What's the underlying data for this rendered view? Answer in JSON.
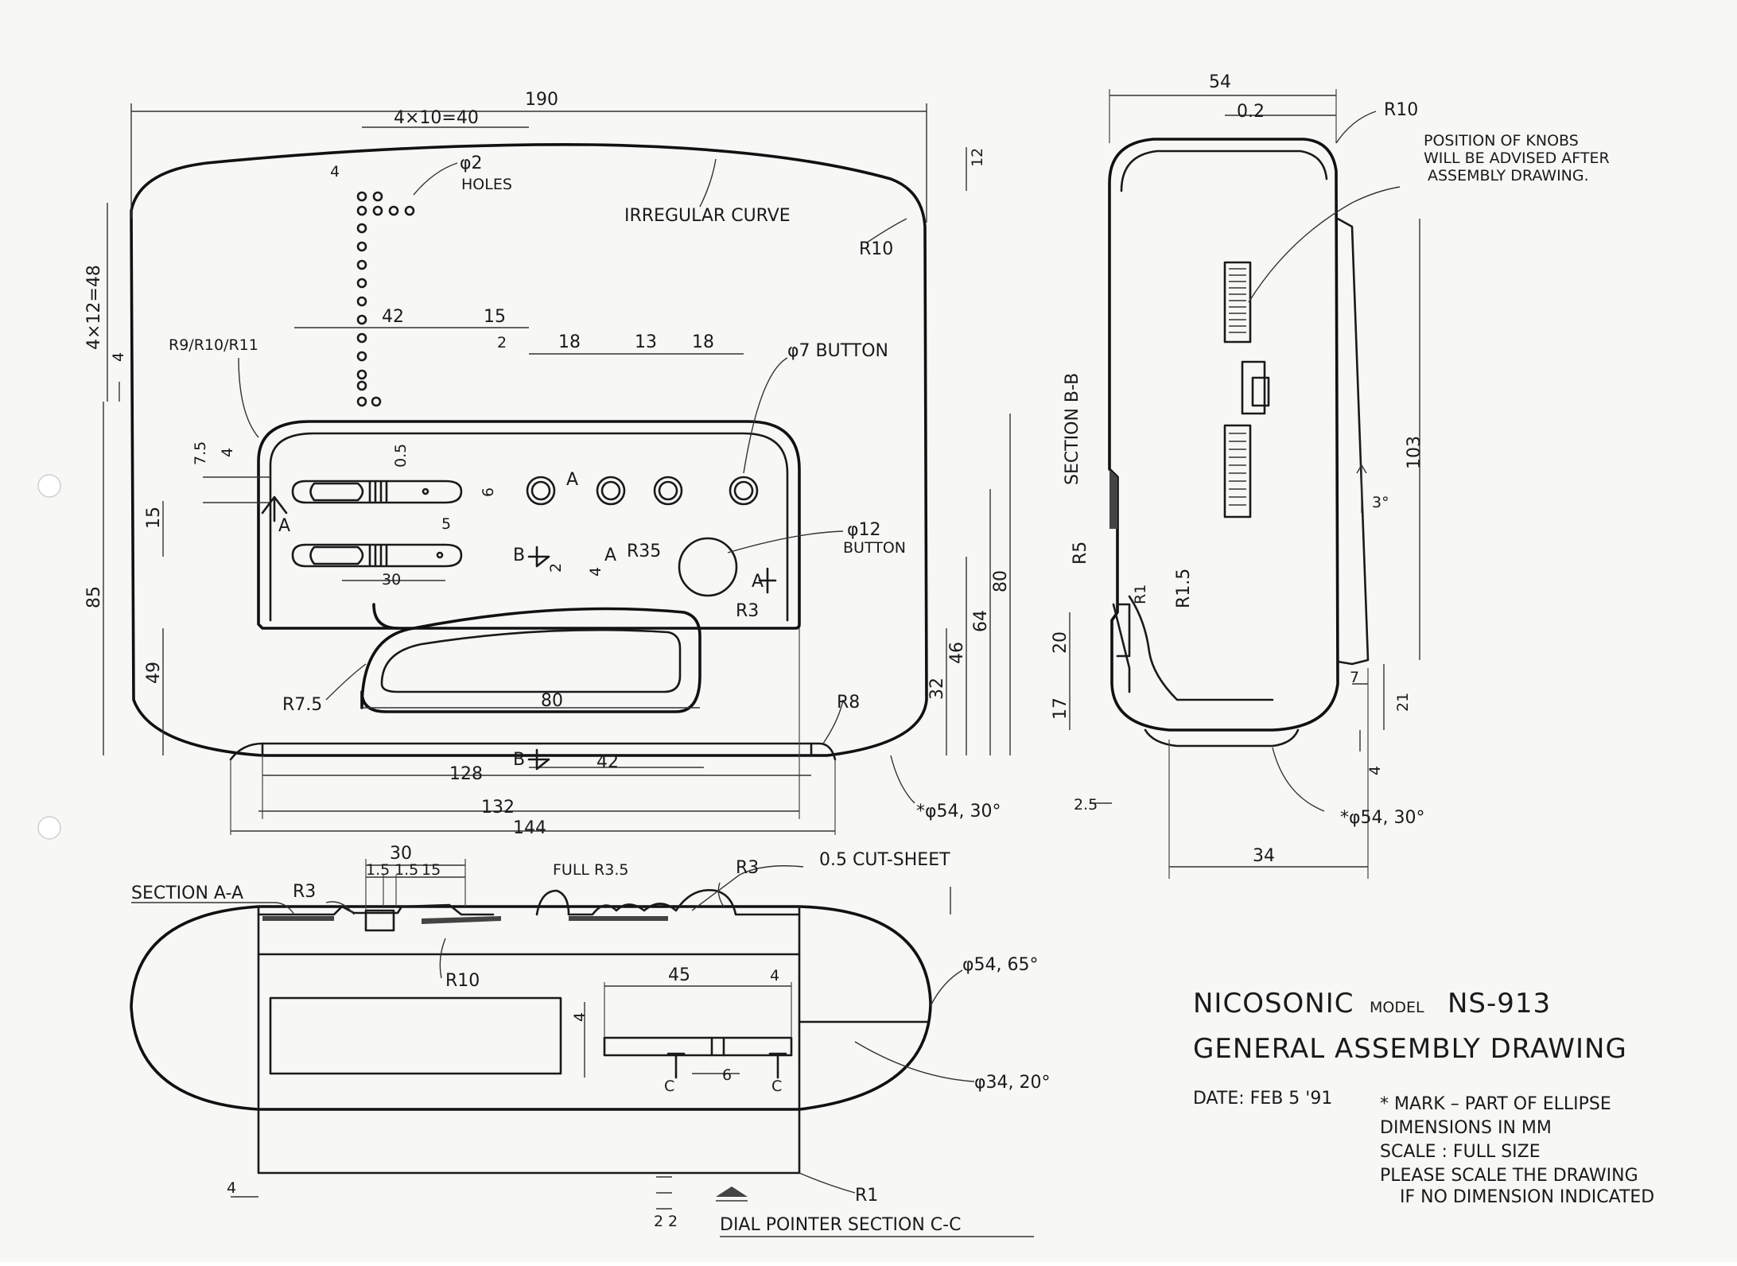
{
  "title_block": {
    "brand": "NICOSONIC",
    "model_word": "MODEL",
    "model": "NS-913",
    "drawing_title": "GENERAL ASSEMBLY DRAWING",
    "date": "DATE: FEB 5 '91",
    "notes": [
      "* MARK – PART OF ELLIPSE",
      "DIMENSIONS IN MM",
      "SCALE : FULL SIZE",
      "PLEASE SCALE THE DRAWING",
      "IF NO DIMENSION INDICATED"
    ]
  },
  "front_view": {
    "dims": {
      "overall_width": "190",
      "holes_pitch": "4×10=40",
      "pitch_4": "4",
      "holes": "φ2",
      "holes_word": "HOLES",
      "irregular_curve": "IRREGULAR CURVE",
      "r10": "R10",
      "d12_top": "12",
      "vertical_48": "4×12=48",
      "d4_left": "4",
      "d42": "42",
      "d15": "15",
      "d2": "2",
      "d18a": "18",
      "d13": "13",
      "d18b": "18",
      "r9": "R9/R10/R11",
      "phi7": "φ7 BUTTON",
      "d7_5": "7.5",
      "d4b": "4",
      "d0_5": "0.5",
      "d6": "6",
      "d15_left": "15",
      "d5": "5",
      "d30": "30",
      "phi12": "φ12",
      "phi12_word": "BUTTON",
      "r35": "R35",
      "r3": "R3",
      "d2b": "2",
      "d4c": "4",
      "d85": "85",
      "d49": "49",
      "d80": "80",
      "d64": "64",
      "d46": "46",
      "d32": "32",
      "r7_5": "R7.5",
      "d80_window": "80",
      "r8": "R8",
      "d128": "128",
      "d42_bottom": "42",
      "d132": "132",
      "d144": "144",
      "ellipse_54": "*φ54, 30°",
      "sec_a": "A",
      "sec_b": "B"
    }
  },
  "side_view": {
    "dims": {
      "d54": "54",
      "d0_2": "0.2",
      "r10": "R10",
      "knobs_note": [
        "POSITION OF KNOBS",
        "WILL BE ADVISED AFTER",
        "ASSEMBLY DRAWING."
      ],
      "section_label": "SECTION B-B",
      "d103": "103",
      "angle3": "3°",
      "r5": "R5",
      "r1": "R1",
      "r1_5": "R1.5",
      "d20": "20",
      "d17": "17",
      "d7": "7",
      "d21": "21",
      "d4": "4",
      "d2_5": "2.5",
      "ellipse_54": "*φ54, 30°",
      "d34": "34"
    }
  },
  "section_view": {
    "dims": {
      "section_label": "SECTION A-A",
      "r3": "R3",
      "d30": "30",
      "d1_5a": "1.5",
      "d1_5b": "1.5",
      "d15": "15",
      "full_r3_5": "FULL R3.5",
      "r3b": "R3",
      "cut_sheet": "0.5 CUT-SHEET",
      "r10": "R10",
      "d45": "45",
      "d4": "4",
      "d4v": "4",
      "d6": "6",
      "c_mark": "C",
      "phi54_65": "φ54, 65°",
      "phi34_20": "φ34, 20°",
      "r1": "R1",
      "d4_left": "4",
      "dial_section": "DIAL POINTER SECTION C-C",
      "d2a": "2",
      "d2b": "2"
    }
  }
}
